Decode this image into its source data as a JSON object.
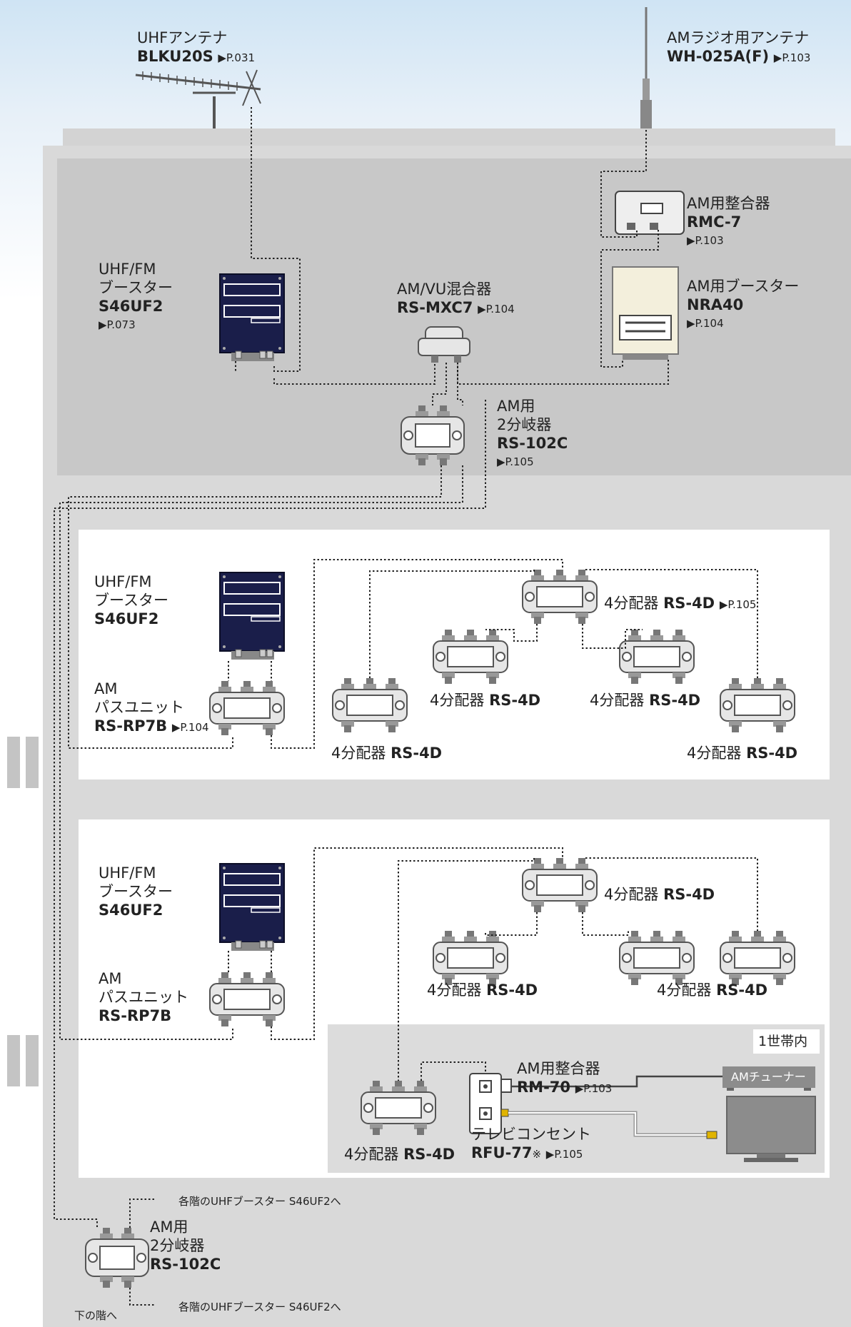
{
  "roof": {
    "uhf_antenna": {
      "name": "UHFアンテナ",
      "model": "BLKU20S",
      "page": "▶P.031"
    },
    "am_antenna": {
      "name": "AMラジオ用アンテナ",
      "model": "WH-025A(F)",
      "page": "▶P.103"
    },
    "am_matcher": {
      "name": "AM用整合器",
      "model": "RMC-7",
      "page": "▶P.103"
    },
    "am_booster": {
      "name": "AM用ブースター",
      "model": "NRA40",
      "page": "▶P.104"
    },
    "uhf_booster": {
      "name1": "UHF/FM",
      "name2": "ブースター",
      "model": "S46UF2",
      "page": "▶P.073"
    },
    "mixer": {
      "name": "AM/VU混合器",
      "model": "RS-MXC7",
      "page": "▶P.104"
    },
    "splitter": {
      "name1": "AM用",
      "name2": "2分岐器",
      "model": "RS-102C",
      "page": "▶P.105"
    }
  },
  "floor1": {
    "booster": {
      "name1": "UHF/FM",
      "name2": "ブースター",
      "model": "S46UF2"
    },
    "pass_unit": {
      "name1": "AM",
      "name2": "パスユニット",
      "model": "RS-RP7B",
      "page": "▶P.104"
    },
    "main_splitter": {
      "name": "4分配器",
      "model": "RS-4D",
      "page": "▶P.105"
    },
    "sub_left": {
      "name": "4分配器",
      "model": "RS-4D"
    },
    "sub_mid": {
      "name": "4分配器",
      "model": "RS-4D"
    },
    "sub_far_left": {
      "name": "4分配器",
      "model": "RS-4D"
    },
    "sub_far_right": {
      "name": "4分配器",
      "model": "RS-4D"
    }
  },
  "floor2": {
    "booster": {
      "name1": "UHF/FM",
      "name2": "ブースター",
      "model": "S46UF2"
    },
    "pass_unit": {
      "name1": "AM",
      "name2": "パスユニット",
      "model": "RS-RP7B"
    },
    "main_splitter": {
      "name": "4分配器",
      "model": "RS-4D"
    },
    "sub_left": {
      "name": "4分配器",
      "model": "RS-4D"
    },
    "sub_right": {
      "name": "4分配器",
      "model": "RS-4D"
    },
    "household": {
      "label": "1世帯内",
      "splitter": {
        "name": "4分配器",
        "model": "RS-4D"
      },
      "matcher": {
        "name": "AM用整合器",
        "model": "RM-70",
        "page": "▶P.103"
      },
      "outlet": {
        "name": "テレビコンセント",
        "model": "RFU-77",
        "note": "※",
        "page": "▶P.105"
      },
      "tuner": "AMチューナー"
    }
  },
  "bottom": {
    "splitter": {
      "name1": "AM用",
      "name2": "2分岐器",
      "model": "RS-102C"
    },
    "to_each_floor_top": "各階のUHFブースター S46UF2へ",
    "to_each_floor_bottom": "各階のUHFブースター S46UF2へ",
    "to_lower_floor": "下の階へ"
  },
  "colors": {
    "building": "#d9d9d9",
    "roof_room": "#c8c8c8",
    "booster": "#1a1e4a",
    "am_booster": "#f3efdc",
    "household_bg": "#dcdcdc",
    "tv": "#8c8c8c"
  }
}
